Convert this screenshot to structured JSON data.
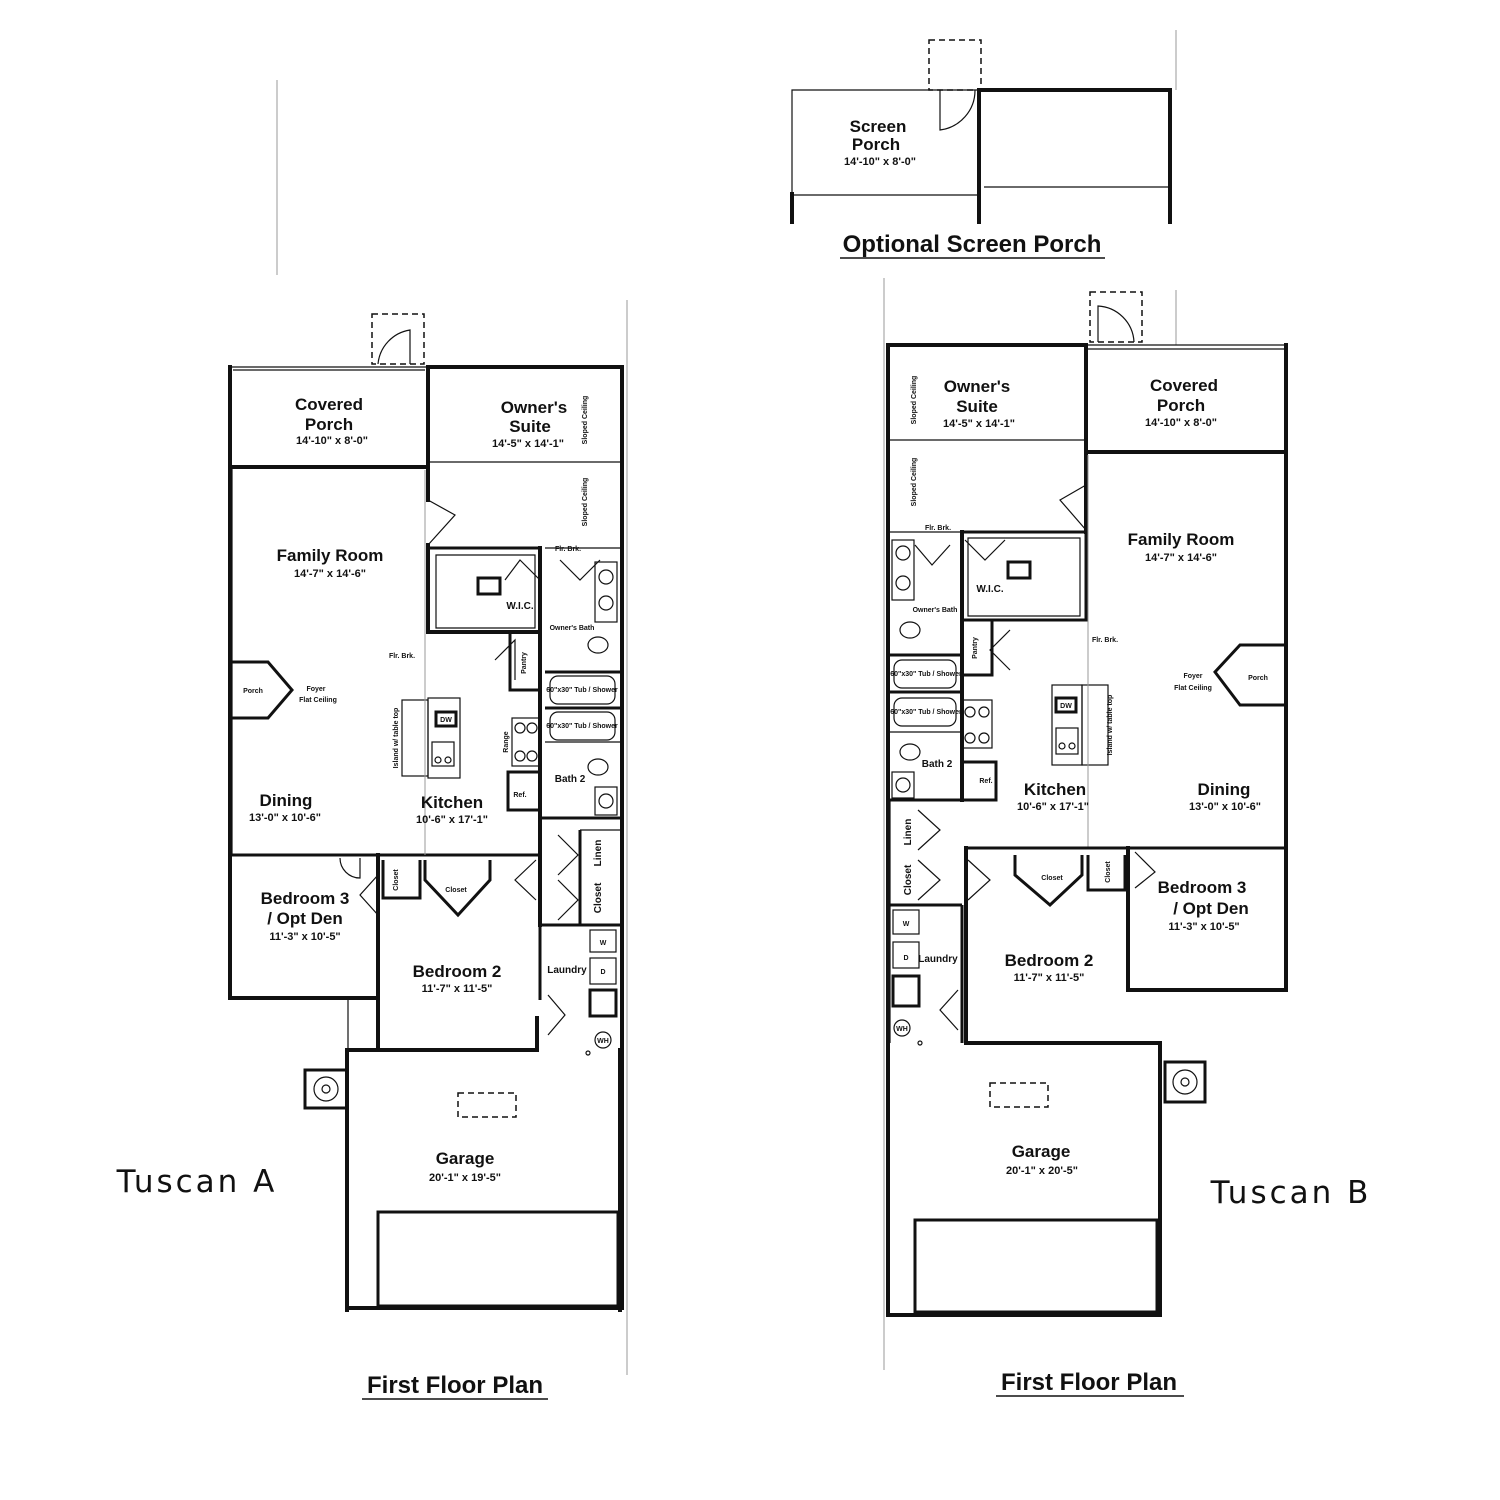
{
  "optional": {
    "title": "Optional Screen Porch",
    "screen_porch": {
      "name_line1": "Screen",
      "name_line2": "Porch",
      "dims": "14'-10\" x 8'-0\""
    }
  },
  "plan_a": {
    "model": "Tuscan A",
    "title": "First Floor Plan",
    "rooms": {
      "covered_porch": {
        "line1": "Covered",
        "line2": "Porch",
        "dims": "14'-10\" x 8'-0\""
      },
      "owners_suite": {
        "line1": "Owner's",
        "line2": "Suite",
        "dims": "14'-5\" x 14'-1\""
      },
      "family_room": {
        "name": "Family Room",
        "dims": "14'-7\" x 14'-6\""
      },
      "dining": {
        "name": "Dining",
        "dims": "13'-0\" x 10'-6\""
      },
      "kitchen": {
        "name": "Kitchen",
        "dims": "10'-6\" x 17'-1\""
      },
      "bedroom3": {
        "line1": "Bedroom 3",
        "line2": "/ Opt Den",
        "dims": "11'-3\" x 10'-5\""
      },
      "bedroom2": {
        "name": "Bedroom 2",
        "dims": "11'-7\" x 11'-5\""
      },
      "garage": {
        "name": "Garage",
        "dims": "20'-1\" x 19'-5\""
      }
    },
    "labels": {
      "wic": "W.I.C.",
      "owners_bath": "Owner's Bath",
      "bath2": "Bath 2",
      "laundry": "Laundry",
      "linen": "Linen",
      "closet": "Closet",
      "closet2": "Closet",
      "closet3": "Closet",
      "porch": "Porch",
      "foyer": "Foyer",
      "flat_ceiling": "Flat Ceiling",
      "pantry": "Pantry",
      "range": "Range",
      "fridge": "Ref.",
      "dw": "DW",
      "sloped_ceiling": "Sloped Ceiling",
      "sloped_ceiling2": "Sloped Ceiling",
      "tub": "60\"x30\" Tub / Shower",
      "tub2": "60\"x30\" Tub / Shower",
      "flr_brk": "Flr. Brk.",
      "flr_brk2": "Flr. Brk.",
      "washer": "W",
      "dryer": "D",
      "water_heater": "WH",
      "island": "Island w/ table top"
    }
  },
  "plan_b": {
    "model": "Tuscan B",
    "title": "First Floor Plan",
    "rooms": {
      "owners_suite": {
        "line1": "Owner's",
        "line2": "Suite",
        "dims": "14'-5\" x 14'-1\""
      },
      "covered_porch": {
        "line1": "Covered",
        "line2": "Porch",
        "dims": "14'-10\" x 8'-0\""
      },
      "family_room": {
        "name": "Family Room",
        "dims": "14'-7\" x 14'-6\""
      },
      "dining": {
        "name": "Dining",
        "dims": "13'-0\" x 10'-6\""
      },
      "kitchen": {
        "name": "Kitchen",
        "dims": "10'-6\" x 17'-1\""
      },
      "bedroom3": {
        "line1": "Bedroom 3",
        "line2": "/ Opt Den",
        "dims": "11'-3\" x 10'-5\""
      },
      "bedroom2": {
        "name": "Bedroom 2",
        "dims": "11'-7\" x 11'-5\""
      },
      "garage": {
        "name": "Garage",
        "dims": "20'-1\" x 20'-5\""
      }
    },
    "labels": {
      "wic": "W.I.C.",
      "owners_bath": "Owner's Bath",
      "bath2": "Bath 2",
      "laundry": "Laundry",
      "linen": "Linen",
      "closet": "Closet",
      "closet2": "Closet",
      "closet3": "Closet",
      "porch": "Porch",
      "foyer": "Foyer",
      "flat_ceiling": "Flat Ceiling",
      "pantry": "Pantry",
      "fridge": "Ref.",
      "dw": "DW",
      "sloped_ceiling": "Sloped Ceiling",
      "sloped_ceiling2": "Sloped Ceiling",
      "tub": "60\"x30\" Tub / Shower",
      "tub2": "60\"x30\" Tub / Shower",
      "flr_brk": "Flr. Brk.",
      "flr_brk2": "Flr. Brk.",
      "washer": "W",
      "dryer": "D",
      "water_heater": "WH",
      "island": "Island w/ table top"
    }
  }
}
